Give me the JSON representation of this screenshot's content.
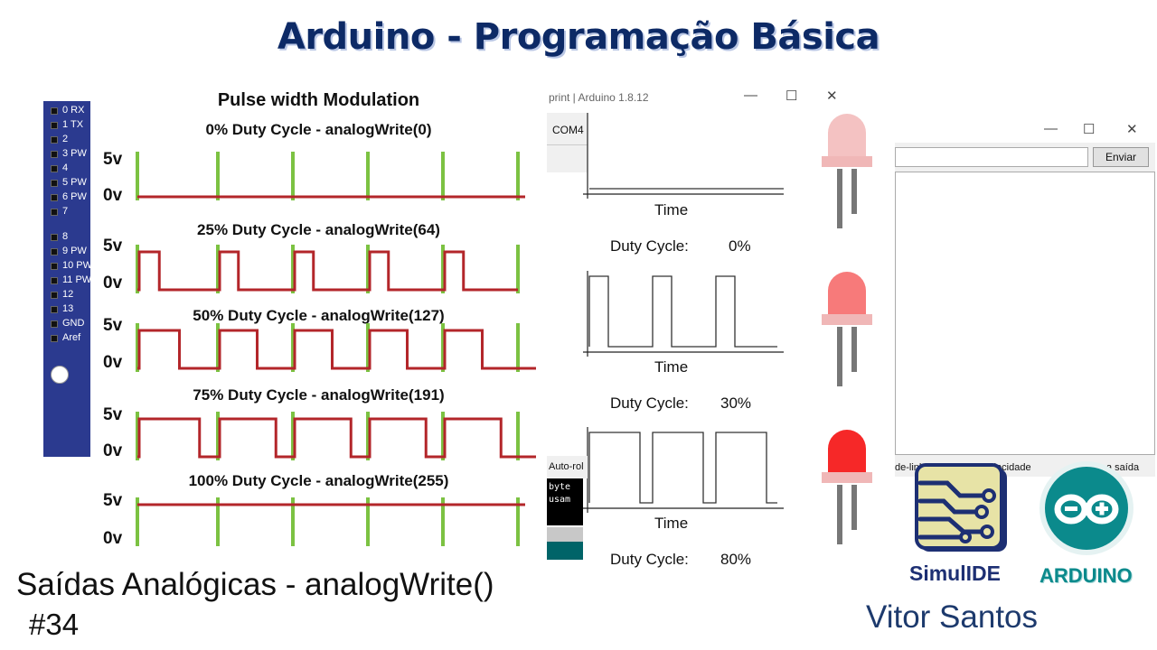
{
  "title": "Arduino  - Programação Básica",
  "board": {
    "pins": [
      "0 RX",
      "1 TX",
      "2",
      "3 PW",
      "4",
      "5 PW",
      "6 PW",
      "7",
      "8",
      "9 PW",
      "10 PW",
      "11 PW",
      "12",
      "13",
      "GND",
      "Aref"
    ]
  },
  "pwm_panel": {
    "title": "Pulse width Modulation",
    "rows": [
      {
        "label": "0% Duty Cycle - analogWrite(0)",
        "high": "5v",
        "low": "0v",
        "duty": 0
      },
      {
        "label": "25% Duty Cycle - analogWrite(64)",
        "high": "5v",
        "low": "0v",
        "duty": 0.25
      },
      {
        "label": "50% Duty Cycle - analogWrite(127)",
        "high": "5v",
        "low": "0v",
        "duty": 0.5
      },
      {
        "label": "75% Duty Cycle - analogWrite(191)",
        "high": "5v",
        "low": "0v",
        "duty": 0.75
      },
      {
        "label": "100% Duty Cycle - analogWrite(255)",
        "high": "5v",
        "low": "0v",
        "duty": 1
      }
    ]
  },
  "serial_window": {
    "title": "print | Arduino 1.8.12",
    "port": "COM4",
    "autoscroll": "Auto-rol",
    "console_lines": [
      "byte",
      "usam"
    ]
  },
  "plots": [
    {
      "time_label": "Time",
      "duty_label": "Duty Cycle:",
      "duty_value": "0%",
      "duty": 0
    },
    {
      "time_label": "Time",
      "duty_label": "Duty Cycle:",
      "duty_value": "30%",
      "duty": 0.3
    },
    {
      "time_label": "Time",
      "duty_label": "Duty Cycle:",
      "duty_value": "80%",
      "duty": 0.8
    }
  ],
  "leds": [
    {
      "color": "#f4c2c2"
    },
    {
      "color": "#f77a7a"
    },
    {
      "color": "#f62828"
    }
  ],
  "monitor_window": {
    "send_label": "Enviar",
    "bottom_items": [
      "de-linha",
      "velocidade",
      "a saída"
    ]
  },
  "footer": {
    "lesson": "Saídas Analógicas - analogWrite()",
    "episode": "#34",
    "author": "Vitor Santos",
    "simulide_label": "SimulIDE",
    "arduino_label": "ARDUINO"
  },
  "colors": {
    "title": "#0d2a66",
    "signal": "#b3262a",
    "tick": "#7cc242",
    "board": "#2b3a8f",
    "arduino_teal": "#0b8a8c"
  }
}
